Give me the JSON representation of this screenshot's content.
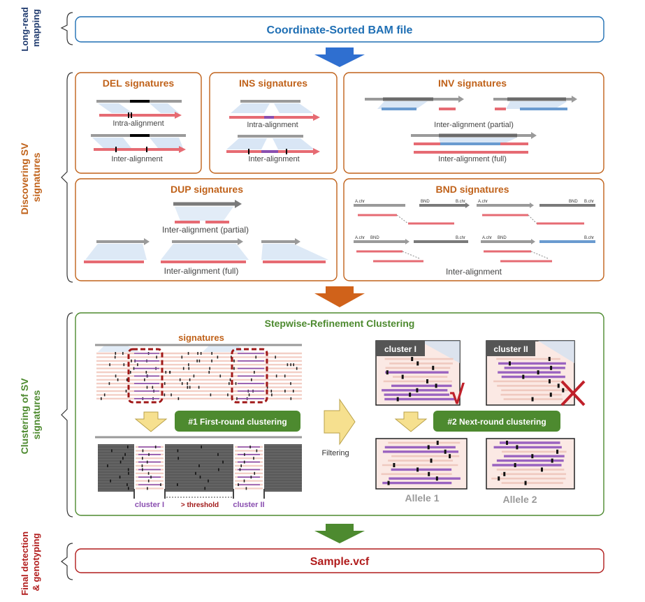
{
  "colors": {
    "blue": "#1f6fb4",
    "orange": "#c0621a",
    "green": "#4d8a2f",
    "red": "#b11c1c",
    "purple": "#8a4fb0",
    "pink": "#e66b73",
    "gray": "#8c8c8c"
  },
  "stages": {
    "mapping": [
      "Long-read",
      "mapping"
    ],
    "discover": [
      "Discovering SV",
      "signatures"
    ],
    "clustering": [
      "Clustering of SV",
      "signatures"
    ],
    "final": [
      "Final detection",
      "& genotyping"
    ]
  },
  "input_box": "Coordinate-Sorted BAM file",
  "output_box": "Sample.vcf",
  "panels": {
    "del": {
      "title": "DEL signatures",
      "label1": "Intra-alignment",
      "label2": "Inter-alignment"
    },
    "ins": {
      "title": "INS signatures",
      "label1": "Intra-alignment",
      "label2": "Inter-alignment"
    },
    "inv": {
      "title": "INV signatures",
      "label1": "Inter-alignment (partial)",
      "label2": "Inter-alignment (full)"
    },
    "dup": {
      "title": "DUP signatures",
      "label1": "Inter-alignment (partial)",
      "label2": "Inter-alignment (full)"
    },
    "bnd": {
      "title": "BND signatures",
      "label1": "Inter-alignment",
      "chr_a": "A.chr",
      "chr_b": "B.chr",
      "bnd": "BND"
    }
  },
  "clustering": {
    "title": "Stepwise-Refinement Clustering",
    "signatures_label": "signatures",
    "step1": "#1 First-round clustering",
    "step2": "#2 Next-round clustering",
    "filtering": "Filtering",
    "cluster1": "cluster I",
    "cluster2": "cluster II",
    "threshold": "> threshold",
    "allele1": "Allele 1",
    "allele2": "Allele 2"
  }
}
